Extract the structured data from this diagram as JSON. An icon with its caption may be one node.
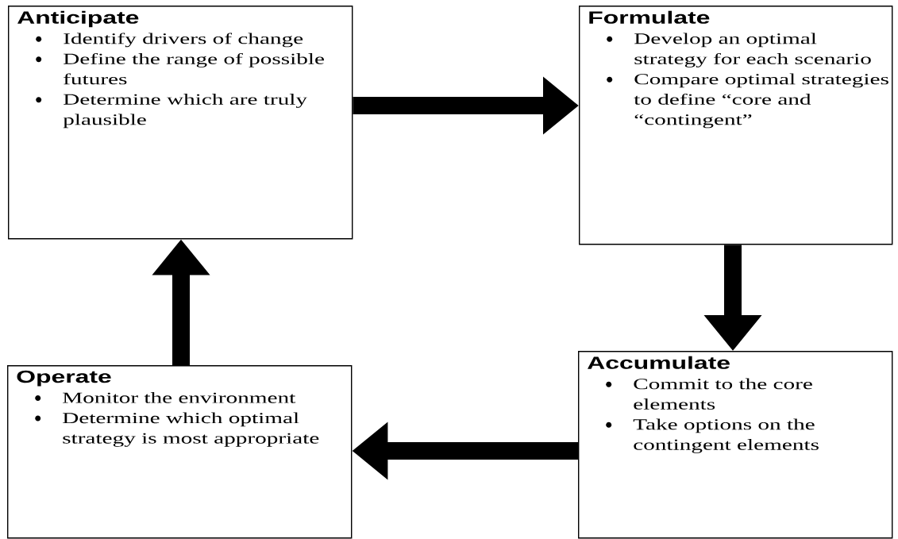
{
  "diagram": {
    "nodes": [
      {
        "text": [
          "Anticipate",
          "Identify drivers of change",
          "Define the range of possible futures",
          "Determine which are truly plausible"
        ]
      },
      {
        "text": [
          "Formulate",
          "Develop an optimal strategy for each scenario",
          "Compare optimal strategies to define “core and “contingent”"
        ]
      },
      {
        "text": [
          "Accumulate",
          "Commit to the core elements",
          "Take options on the contingent elements"
        ]
      },
      {
        "text": [
          "Operate",
          "Monitor the environment",
          "Determine which optimal strategy is most appropriate"
        ]
      }
    ],
    "edges": [
      {
        "from": 0,
        "to": 1,
        "arrow": "to"
      },
      {
        "from": 1,
        "to": 2,
        "arrow": "to"
      },
      {
        "from": 2,
        "to": 3,
        "arrow": "to"
      },
      {
        "from": 3,
        "to": 0,
        "arrow": "to"
      }
    ]
  }
}
